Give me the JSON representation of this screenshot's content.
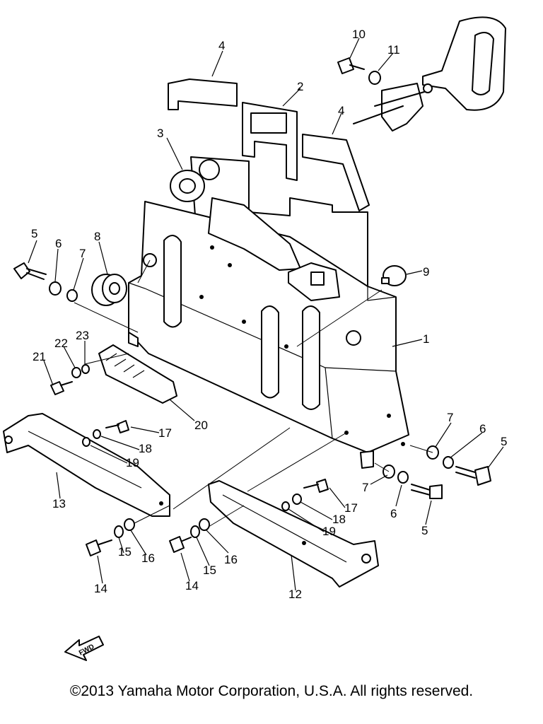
{
  "callouts": [
    "1",
    "2",
    "3",
    "4",
    "5",
    "6",
    "7",
    "8",
    "9",
    "10",
    "11",
    "12",
    "13",
    "14",
    "15",
    "16",
    "17",
    "18",
    "19",
    "20",
    "21",
    "22",
    "23"
  ],
  "direction_arrow": "FWD",
  "copyright": "©2013 Yamaha Motor Corporation, U.S.A. All rights reserved."
}
